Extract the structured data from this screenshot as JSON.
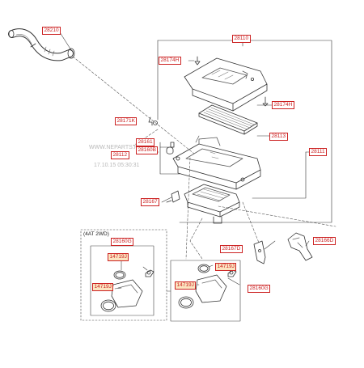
{
  "labels": {
    "hose": "28210",
    "assembly": "28110",
    "bolt_top": "28174H",
    "bolt_right": "28174H",
    "element": "28113",
    "lower_case": "28111",
    "clip": "28171K",
    "bolt_a": "28161",
    "grommet": "28160B",
    "case_ref": "28112",
    "mount_left": "28167",
    "mount_mid": "28167D",
    "duct": "28166D",
    "sensor_a": "28160G",
    "clamp_a1": "14719J",
    "clamp_a2": "14719J",
    "sensor_b": "28160G",
    "clamp_b1": "14719J",
    "clamp_b2": "14719J"
  },
  "note": "(4AT 2WD)",
  "watermark": {
    "line1": "WWW.NEPARTS.RU",
    "line2": "17.10.15 05:30:31"
  },
  "colors": {
    "label": "#cc2222",
    "highlight": "#fbe4c0",
    "line": "#333333"
  }
}
